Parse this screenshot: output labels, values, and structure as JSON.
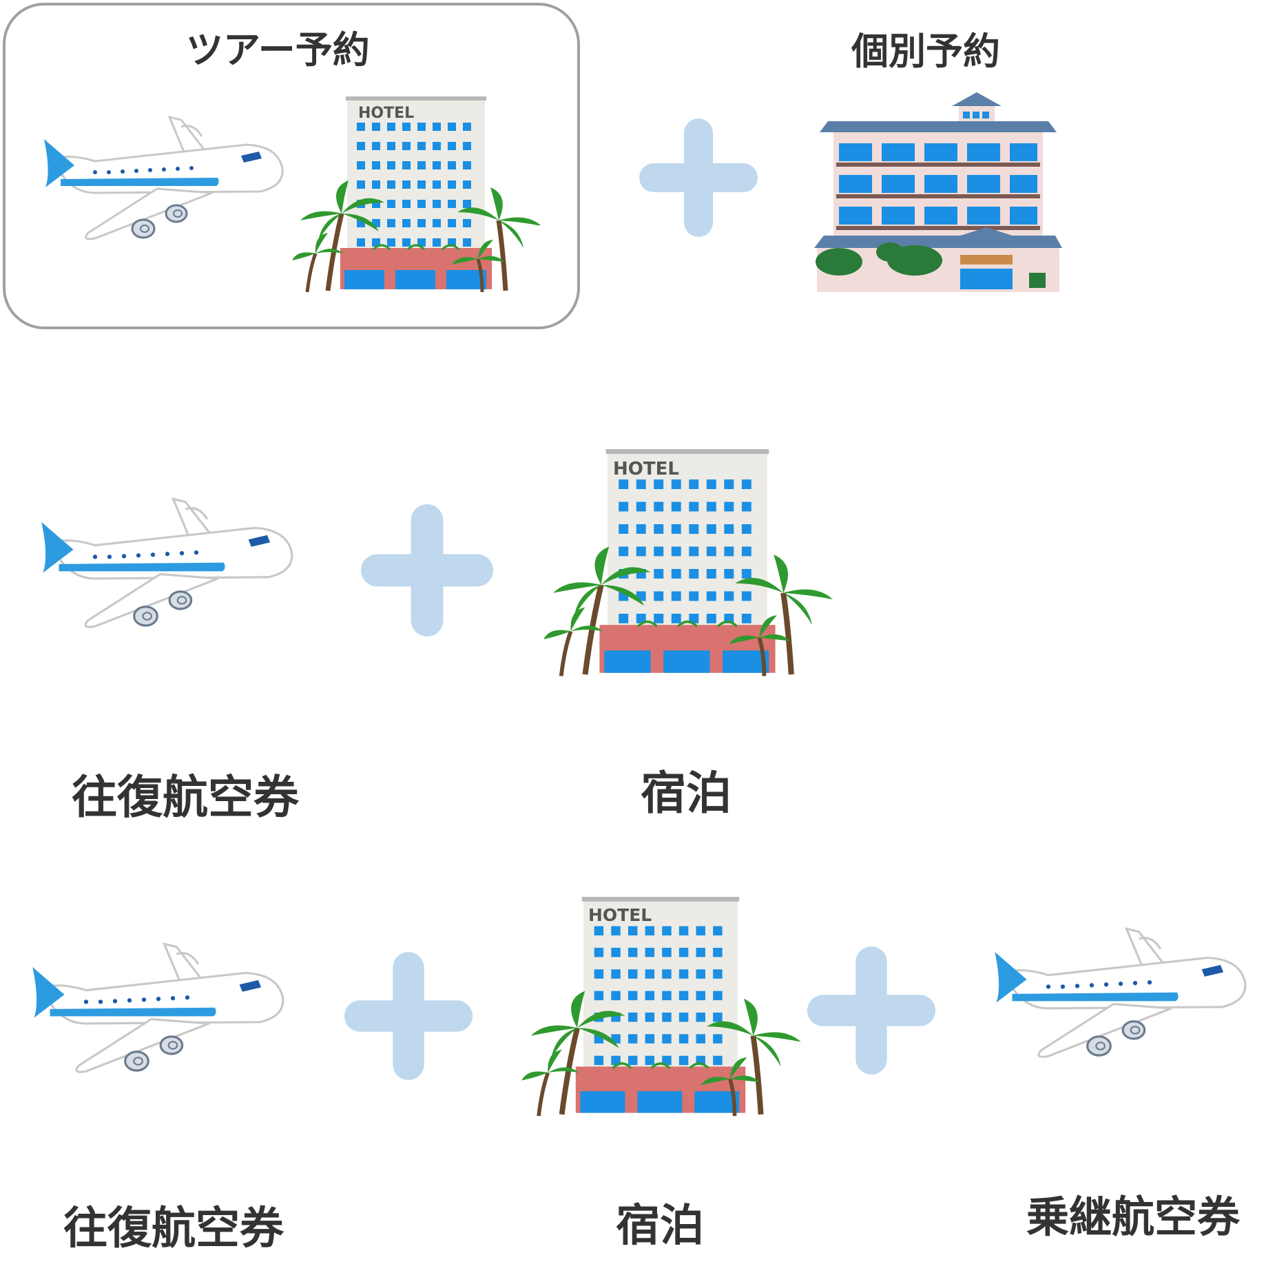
{
  "top": {
    "tour_label": "ツアー予約",
    "individual_label": "個別予約"
  },
  "row2": {
    "flight_label": "往復航空券",
    "stay_label": "宿泊"
  },
  "row3": {
    "flight_label": "往復航空券",
    "stay_label": "宿泊",
    "connecting_label": "乗継航空券"
  },
  "hotel_sign": "HOTEL",
  "colors": {
    "plus": "#bfd8ee",
    "plane_blue": "#2d9be0",
    "plane_dark": "#1e5aa8",
    "window_blue": "#1a8fe3",
    "hotel_wall": "#ecebe6",
    "hotel_base": "#d9736f",
    "palm_green": "#2f9a2f",
    "ryokan_roof": "#5a7fa8",
    "ryokan_wall": "#f1dcd9",
    "box_border": "#a0a0a0"
  }
}
